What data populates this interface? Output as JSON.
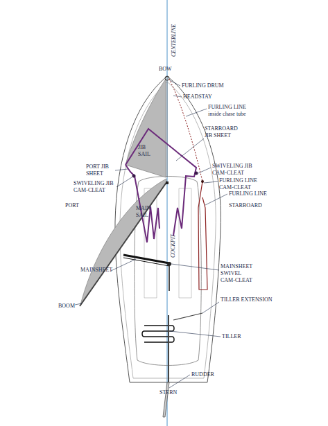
{
  "diagram": {
    "labels": [
      "CENTERLINE",
      "BOW",
      "FURLING DRUM",
      "HEADSTAY",
      "FURLING LINE inside chase tube",
      "JIB SAIL",
      "STARBOARD JIB SHEET",
      "PORT JIB SHEET",
      "SWIVELING JIB CAM-CLEAT",
      "SWIVELING JIB CAM-CLEAT",
      "FURLING LINE CAM-CLEAT",
      "FURLING LINE",
      "PORT",
      "MAIN SAIL",
      "STARBOARD",
      "COCKPIT",
      "MAINSHEET",
      "MAINSHEET SWIVEL CAM-CLEAT",
      "TILLER EXTENSION",
      "BOOM",
      "TILLER",
      "RUDDER",
      "STERN"
    ]
  }
}
